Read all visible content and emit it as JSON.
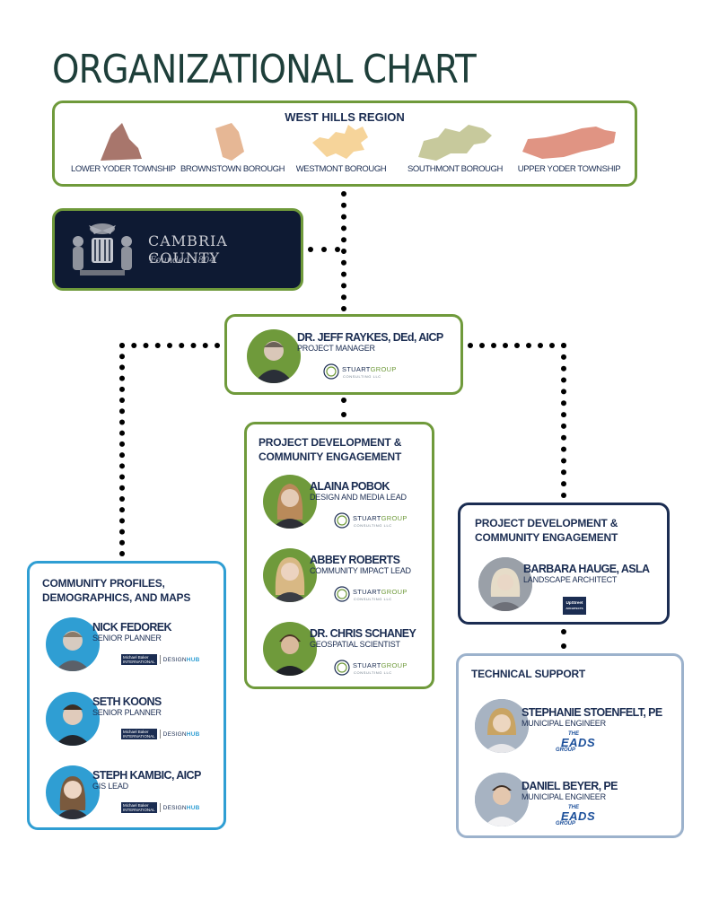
{
  "page": {
    "title": "ORGANIZATIONAL CHART"
  },
  "colors": {
    "green": "#6f9a3b",
    "navy": "#1b2d52",
    "blue": "#2f9ed3",
    "light_blue": "#9cb2cc",
    "dark_bg": "#0e1a33"
  },
  "region": {
    "title": "WEST HILLS REGION",
    "municipalities": [
      {
        "label": "LOWER YODER TOWNSHIP",
        "color": "#a8766c",
        "icon": "lower-yoder-map-shape"
      },
      {
        "label": "BROWNSTOWN BOROUGH",
        "color": "#e6b795",
        "icon": "brownstown-map-shape"
      },
      {
        "label": "WESTMONT BOROUGH",
        "color": "#f6d49a",
        "icon": "westmont-map-shape"
      },
      {
        "label": "SOUTHMONT BOROUGH",
        "color": "#c7c99c",
        "icon": "southmont-map-shape"
      },
      {
        "label": "UPPER YODER TOWNSHIP",
        "color": "#e09483",
        "icon": "upper-yoder-map-shape"
      }
    ]
  },
  "county": {
    "name": "CAMBRIA COUNTY",
    "founded": "Founded 1804"
  },
  "manager": {
    "name": "DR. JEFF RAYKES, DEd, AICP",
    "role": "PROJECT MANAGER"
  },
  "stuart_logo": {
    "name_part1": "STUART",
    "name_part2": "GROUP",
    "sub": "CONSULTING LLC"
  },
  "baker_logo": {
    "mb_line1": "Michael Baker",
    "mb_line2": "INTERNATIONAL",
    "designhub_part1": "DESIGN",
    "designhub_part2": "HUB"
  },
  "eads_logo": {
    "the": "THE",
    "main": "EADS",
    "group": "GROUP"
  },
  "upstreet_logo": {
    "line1": "UpStreet",
    "line2": "ARCHITECTS"
  },
  "center_team": {
    "heading_line1": "PROJECT DEVELOPMENT &",
    "heading_line2": "COMMUNITY ENGAGEMENT",
    "members": [
      {
        "name": "ALAINA POBOK",
        "role": "DESIGN AND MEDIA LEAD"
      },
      {
        "name": "ABBEY ROBERTS",
        "role": "COMMUNITY IMPACT LEAD"
      },
      {
        "name": "DR. CHRIS SCHANEY",
        "role": "GEOSPATIAL SCIENTIST"
      }
    ]
  },
  "right_team": {
    "heading_line1": "PROJECT DEVELOPMENT &",
    "heading_line2": "COMMUNITY ENGAGEMENT",
    "members": [
      {
        "name": "BARBARA HAUGE, ASLA",
        "role": "LANDSCAPE ARCHITECT"
      }
    ]
  },
  "left_team": {
    "heading_line1": "COMMUNITY PROFILES,",
    "heading_line2": "DEMOGRAPHICS, AND MAPS",
    "members": [
      {
        "name": "NICK FEDOREK",
        "role": "SENIOR PLANNER"
      },
      {
        "name": "SETH KOONS",
        "role": "SENIOR PLANNER"
      },
      {
        "name": "STEPH KAMBIC, AICP",
        "role": "GIS LEAD"
      }
    ]
  },
  "tech_team": {
    "heading": "TECHNICAL SUPPORT",
    "members": [
      {
        "name": "STEPHANIE STOENFELT, PE",
        "role": "MUNICIPAL ENGINEER"
      },
      {
        "name": "DANIEL BEYER, PE",
        "role": "MUNICIPAL ENGINEER"
      }
    ]
  }
}
